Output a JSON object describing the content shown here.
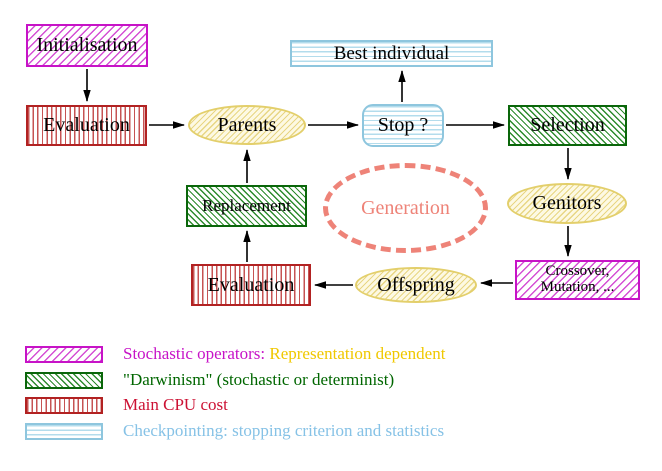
{
  "diagram": {
    "type": "flow-diagram",
    "topic": "Evolutionary algorithm generation loop",
    "nodes": {
      "initialisation": {
        "label": "Initialisation",
        "style": "magenta-diagonal-hatch"
      },
      "evaluation_top": {
        "label": "Evaluation",
        "style": "red-vertical-lines"
      },
      "parents": {
        "label": "Parents",
        "style": "yellow-diagonal-hatch-ellipse"
      },
      "best_individual": {
        "label": "Best individual",
        "style": "cyan-horizontal-lines"
      },
      "stop": {
        "label": "Stop ?",
        "style": "cyan-horizontal-lines-rounded"
      },
      "selection": {
        "label": "Selection",
        "style": "green-diagonal-hatch"
      },
      "replacement": {
        "label": "Replacement",
        "style": "green-diagonal-hatch"
      },
      "generation": {
        "label": "Generation",
        "style": "salmon-dashed-ellipse"
      },
      "genitors": {
        "label": "Genitors",
        "style": "yellow-diagonal-hatch-ellipse"
      },
      "evaluation_bottom": {
        "label": "Evaluation",
        "style": "red-vertical-lines"
      },
      "offspring": {
        "label": "Offspring",
        "style": "yellow-diagonal-hatch-ellipse"
      },
      "crossover": {
        "label_line1": "Crossover,",
        "label_line2": "Mutation, ...",
        "style": "magenta-diagonal-hatch"
      }
    },
    "edges": [
      {
        "from": "Initialisation",
        "to": "Evaluation"
      },
      {
        "from": "Evaluation",
        "to": "Parents"
      },
      {
        "from": "Parents",
        "to": "Stop ?"
      },
      {
        "from": "Stop ?",
        "to": "Best individual"
      },
      {
        "from": "Stop ?",
        "to": "Selection"
      },
      {
        "from": "Selection",
        "to": "Genitors"
      },
      {
        "from": "Genitors",
        "to": "Crossover, Mutation, ..."
      },
      {
        "from": "Crossover, Mutation, ...",
        "to": "Offspring"
      },
      {
        "from": "Offspring",
        "to": "Evaluation"
      },
      {
        "from": "Evaluation",
        "to": "Replacement"
      },
      {
        "from": "Replacement",
        "to": "Parents"
      }
    ]
  },
  "legend": [
    {
      "swatch": "magenta-diagonal-hatch",
      "text_primary": "Stochastic operators:",
      "text_secondary": "Representation dependent"
    },
    {
      "swatch": "green-diagonal-hatch",
      "text_primary": "\"Darwinism\" (stochastic or determinist)"
    },
    {
      "swatch": "red-vertical-lines",
      "text_primary": "Main CPU cost"
    },
    {
      "swatch": "cyan-horizontal-lines",
      "text_primary": "Checkpointing: stopping criterion and statistics"
    }
  ],
  "colors": {
    "magenta": "#c713c7",
    "green_border": "#0a660a",
    "green_text": "#006600",
    "red_border": "#b22222",
    "red_text": "#cc1133",
    "cyan_border": "#8ec6de",
    "cyan_text": "#86c2e6",
    "yellow_border": "#e3cf6b",
    "yellow_text": "#f0c800",
    "salmon": "#ee8378",
    "arrow": "#000000",
    "background": "#ffffff"
  }
}
